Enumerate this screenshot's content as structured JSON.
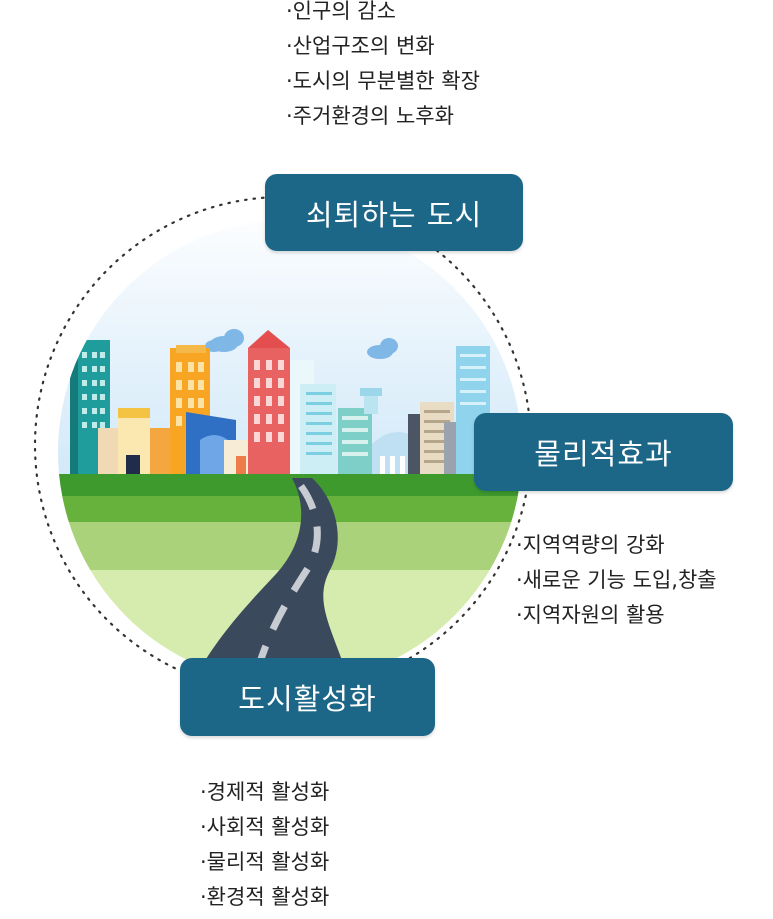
{
  "top_list": {
    "items": [
      "·인구의 감소",
      "·산업구조의 변화",
      "·도시의 무분별한 확장",
      "·주거환경의 노후화"
    ]
  },
  "labels": {
    "declining_city": "쇠퇴하는 도시",
    "physical_effect": "물리적효과",
    "urban_revitalization": "도시활성화"
  },
  "right_list": {
    "items": [
      "·지역역량의 강화",
      "·새로운 기능 도입,창출",
      "·지역자원의 활용"
    ]
  },
  "bottom_list": {
    "items": [
      "·경제적 활성화",
      "·사회적 활성화",
      "·물리적 활성화",
      "·환경적 활성화"
    ]
  },
  "colors": {
    "label_bg": "#1c6788",
    "grass_dark": "#3f9a2e",
    "grass_light": "#d6ecaf",
    "road": "#3a4a5c"
  }
}
